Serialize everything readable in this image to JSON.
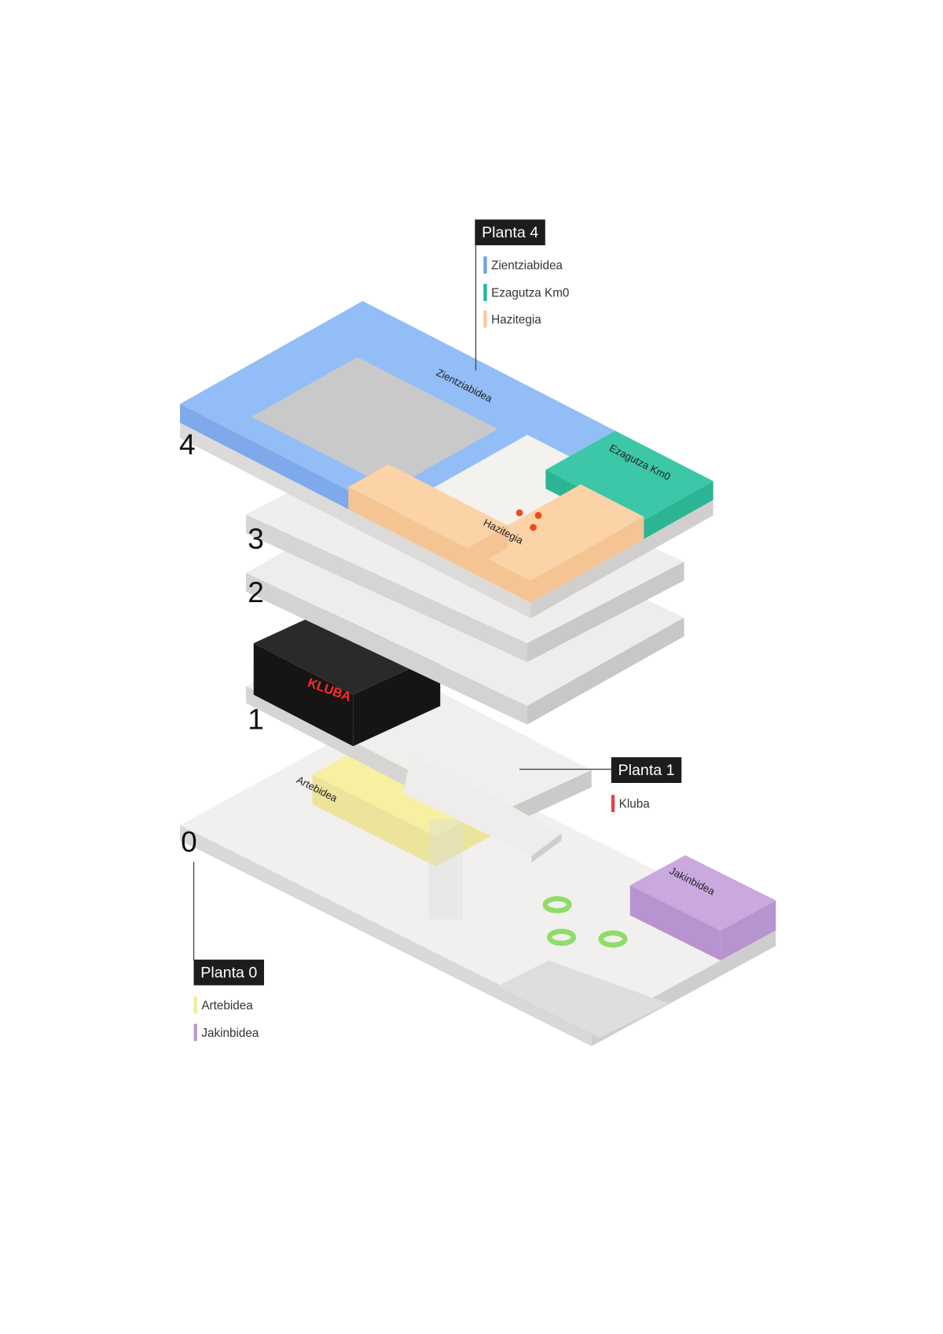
{
  "floors": [
    {
      "id": "4",
      "label": "Planta 4",
      "legend": [
        {
          "name": "Zientziabidea",
          "color": "#6fa2e4"
        },
        {
          "name": "Ezagutza Km0",
          "color": "#1fb89c"
        },
        {
          "name": "Hazitegia",
          "color": "#f8c99a"
        }
      ]
    },
    {
      "id": "1",
      "label": "Planta 1",
      "legend": [
        {
          "name": "Kluba",
          "color": "#e5414b"
        }
      ]
    },
    {
      "id": "0",
      "label": "Planta 0",
      "legend": [
        {
          "name": "Artebidea",
          "color": "#f1ec9a"
        },
        {
          "name": "Jakinbidea",
          "color": "#b99ad3"
        }
      ]
    }
  ],
  "floor_numbers": [
    "4",
    "3",
    "2",
    "1",
    "0"
  ],
  "map_labels": {
    "zientziabidea": "Zientziabidea",
    "ezagutza": "Ezagutza Km0",
    "hazitegia": "Hazitegia",
    "artebidea": "Artebidea",
    "jakinbidea": "Jakinbidea",
    "kluba": "KLUBA"
  }
}
